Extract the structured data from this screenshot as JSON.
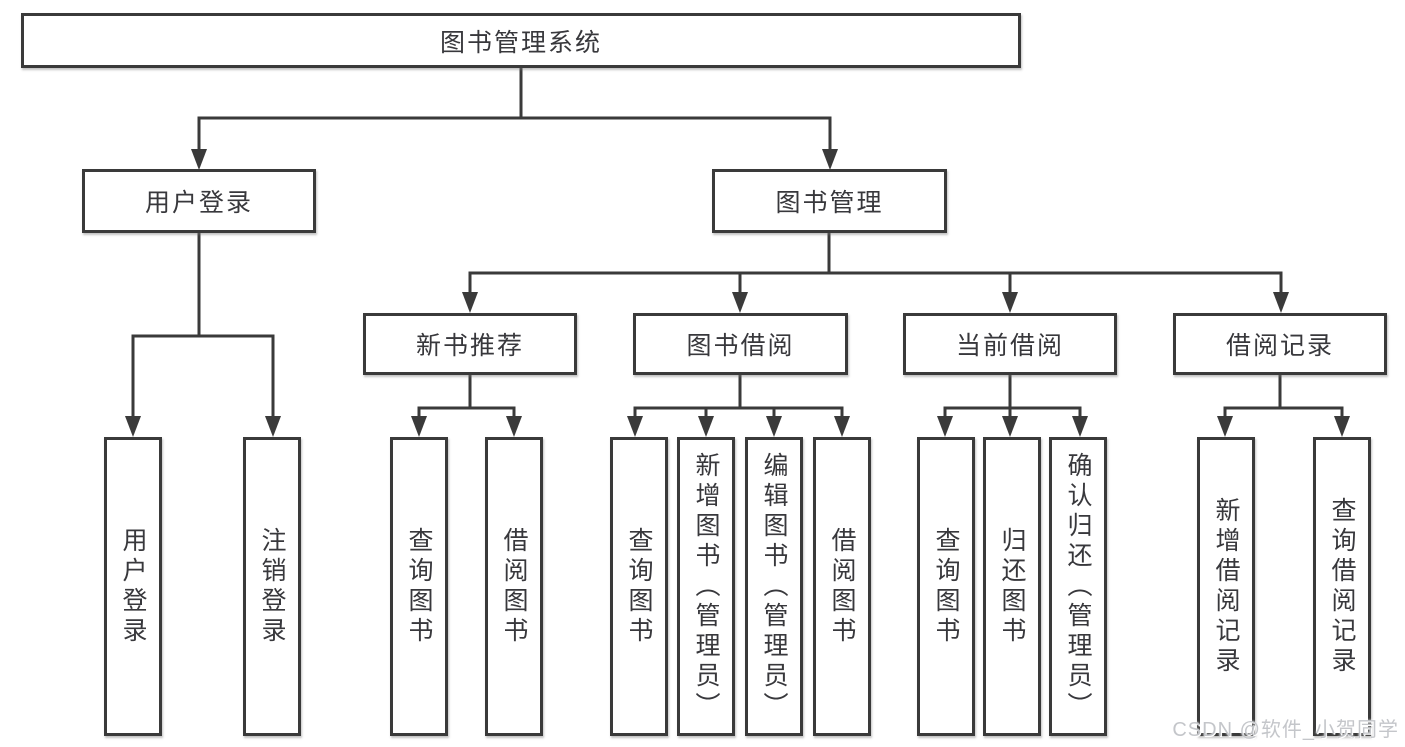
{
  "diagram": {
    "type": "tree",
    "title": "图书管理系统",
    "colors": {
      "background": "#ffffff",
      "line": "#3a3a3a",
      "box_border": "#3a3a3a",
      "box_fill": "#ffffff",
      "text": "#38383c",
      "watermark": "#c1c3c7"
    },
    "nodes": {
      "root": "图书管理系统",
      "user_login": "用户登录",
      "book_mgmt": "图书管理",
      "new_book_rec": "新书推荐",
      "book_borrow": "图书借阅",
      "current_borrow": "当前借阅",
      "borrow_records": "借阅记录",
      "login_user": "用户登录",
      "login_logout": "注销登录",
      "rec_query": "查询图书",
      "rec_borrow": "借阅图书",
      "bb_query": "查询图书",
      "bb_add": "新增图书（管理员）",
      "bb_edit": "编辑图书（管理员）",
      "bb_borrow": "借阅图书",
      "cb_query": "查询图书",
      "cb_return": "归还图书",
      "cb_confirm": "确认归还（管理员）",
      "br_add": "新增借阅记录",
      "br_query": "查询借阅记录"
    },
    "edges": [
      {
        "from": "图书管理系统",
        "to": "用户登录"
      },
      {
        "from": "图书管理系统",
        "to": "图书管理"
      },
      {
        "from": "用户登录",
        "to": "用户登录"
      },
      {
        "from": "用户登录",
        "to": "注销登录"
      },
      {
        "from": "图书管理",
        "to": "新书推荐"
      },
      {
        "from": "图书管理",
        "to": "图书借阅"
      },
      {
        "from": "图书管理",
        "to": "当前借阅"
      },
      {
        "from": "图书管理",
        "to": "借阅记录"
      },
      {
        "from": "新书推荐",
        "to": "查询图书"
      },
      {
        "from": "新书推荐",
        "to": "借阅图书"
      },
      {
        "from": "图书借阅",
        "to": "查询图书"
      },
      {
        "from": "图书借阅",
        "to": "新增图书（管理员）"
      },
      {
        "from": "图书借阅",
        "to": "编辑图书（管理员）"
      },
      {
        "from": "图书借阅",
        "to": "借阅图书"
      },
      {
        "from": "当前借阅",
        "to": "查询图书"
      },
      {
        "from": "当前借阅",
        "to": "归还图书"
      },
      {
        "from": "当前借阅",
        "to": "确认归还（管理员）"
      },
      {
        "from": "借阅记录",
        "to": "新增借阅记录"
      },
      {
        "from": "借阅记录",
        "to": "查询借阅记录"
      }
    ],
    "watermark": "CSDN @软件_小贺同学"
  }
}
